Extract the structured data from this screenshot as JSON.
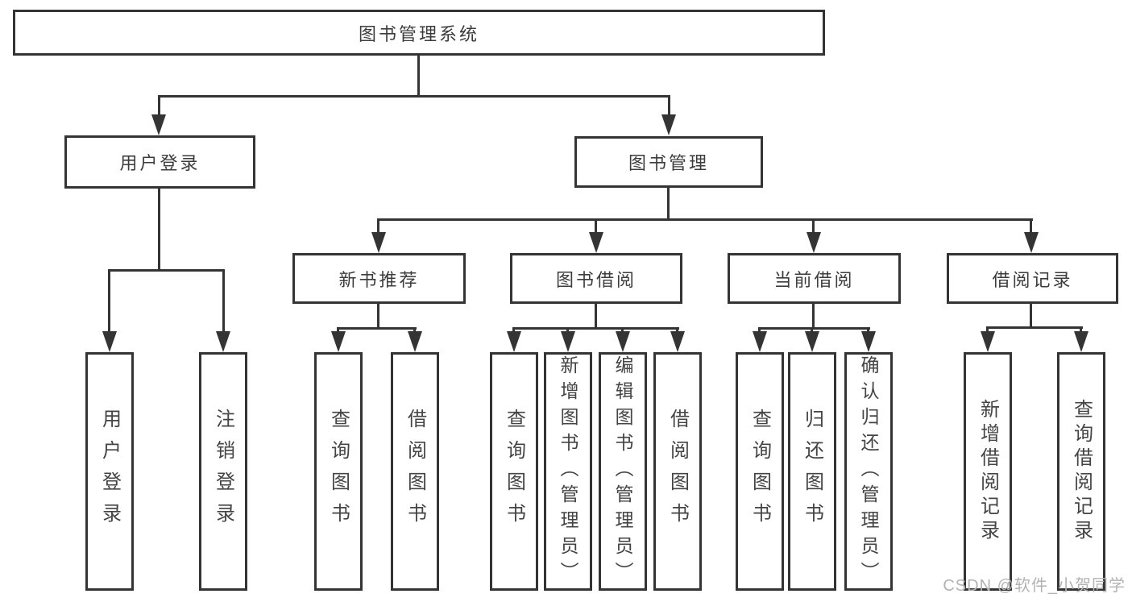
{
  "diagram": {
    "type": "hierarchy-structure-chart",
    "root": {
      "label": "图书管理系统"
    },
    "level2": [
      {
        "label": "用户登录"
      },
      {
        "label": "图书管理"
      }
    ],
    "level3": [
      {
        "label": "新书推荐",
        "parent": "图书管理"
      },
      {
        "label": "图书借阅",
        "parent": "图书管理"
      },
      {
        "label": "当前借阅",
        "parent": "图书管理"
      },
      {
        "label": "借阅记录",
        "parent": "图书管理"
      }
    ],
    "leaves": [
      {
        "label": "用户登录",
        "parent": "用户登录"
      },
      {
        "label": "注销登录",
        "parent": "用户登录"
      },
      {
        "label": "查询图书",
        "parent": "新书推荐"
      },
      {
        "label": "借阅图书",
        "parent": "新书推荐"
      },
      {
        "label": "查询图书",
        "parent": "图书借阅"
      },
      {
        "label": "新增图书（管理员）",
        "parent": "图书借阅"
      },
      {
        "label": "编辑图书（管理员）",
        "parent": "图书借阅"
      },
      {
        "label": "借阅图书",
        "parent": "图书借阅"
      },
      {
        "label": "查询图书",
        "parent": "当前借阅"
      },
      {
        "label": "归还图书",
        "parent": "当前借阅"
      },
      {
        "label": "确认归还（管理员）",
        "parent": "当前借阅"
      },
      {
        "label": "新增借阅记录",
        "parent": "借阅记录"
      },
      {
        "label": "查询借阅记录",
        "parent": "借阅记录"
      }
    ],
    "colors": {
      "line": "#343434",
      "border": "#343434",
      "text": "#3c3c3c",
      "background": "#ffffff",
      "watermark": "#b3b3b3"
    }
  },
  "watermark": {
    "text": "CSDN @软件_小贺同学"
  }
}
